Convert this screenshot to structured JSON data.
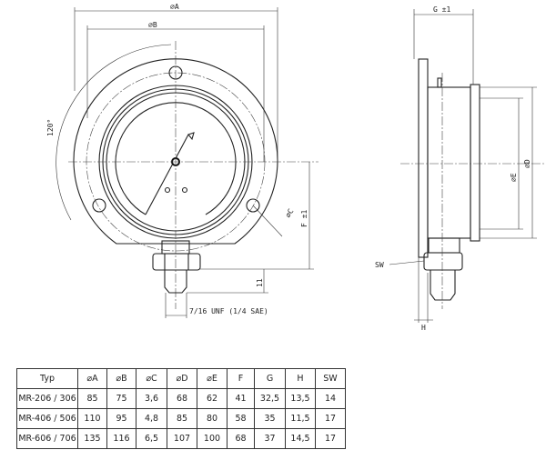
{
  "drawing": {
    "label_A": "⌀A",
    "label_B": "⌀B",
    "label_C": "⌀C",
    "label_D": "⌀D",
    "label_E": "⌀E",
    "label_F": "F ±1",
    "label_G": "G ±1",
    "label_H": "H",
    "label_SW": "SW",
    "label_angle": "120°",
    "label_11": "11",
    "label_thread": "7/16 UNF (1/4 SAE)"
  },
  "table": {
    "headers": [
      "Typ",
      "⌀A",
      "⌀B",
      "⌀C",
      "⌀D",
      "⌀E",
      "F",
      "G",
      "H",
      "SW"
    ],
    "rows": [
      [
        "MR-206 / 306",
        "85",
        "75",
        "3,6",
        "68",
        "62",
        "41",
        "32,5",
        "13,5",
        "14"
      ],
      [
        "MR-406 / 506",
        "110",
        "95",
        "4,8",
        "85",
        "80",
        "58",
        "35",
        "11,5",
        "17"
      ],
      [
        "MR-606 / 706",
        "135",
        "116",
        "6,5",
        "107",
        "100",
        "68",
        "37",
        "14,5",
        "17"
      ]
    ]
  }
}
